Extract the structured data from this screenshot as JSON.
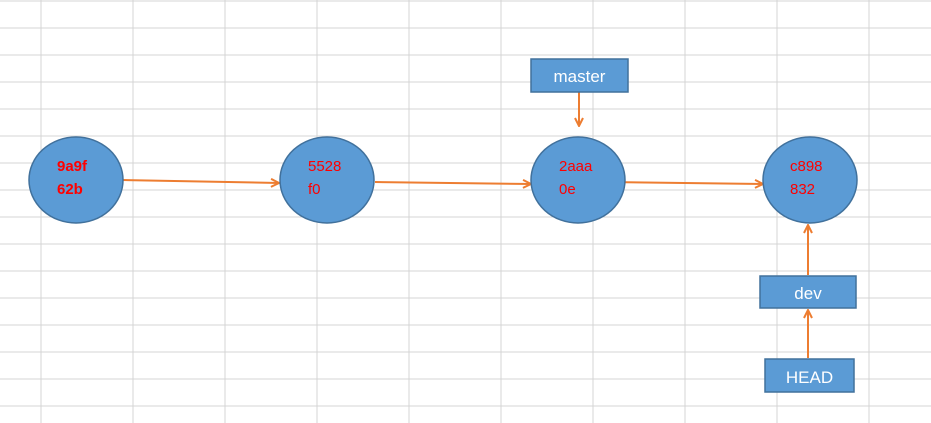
{
  "colors": {
    "node_fill": "#5b9bd5",
    "node_stroke": "#41719c",
    "commit_text": "#ff0000",
    "label_text": "#ffffff",
    "arrow": "#ed7d31",
    "grid_line": "#d4d4d4"
  },
  "commits": [
    {
      "id": "commit-9a9f62b",
      "line1": "9a9f",
      "line2": "62b",
      "bold": true
    },
    {
      "id": "commit-5528f0",
      "line1": "5528",
      "line2": "f0",
      "bold": false
    },
    {
      "id": "commit-2aaa0e",
      "line1": "2aaa",
      "line2": "0e",
      "bold": false
    },
    {
      "id": "commit-c898832",
      "line1": "c898",
      "line2": "832",
      "bold": false
    }
  ],
  "labels": {
    "master": "master",
    "dev": "dev",
    "head": "HEAD"
  }
}
